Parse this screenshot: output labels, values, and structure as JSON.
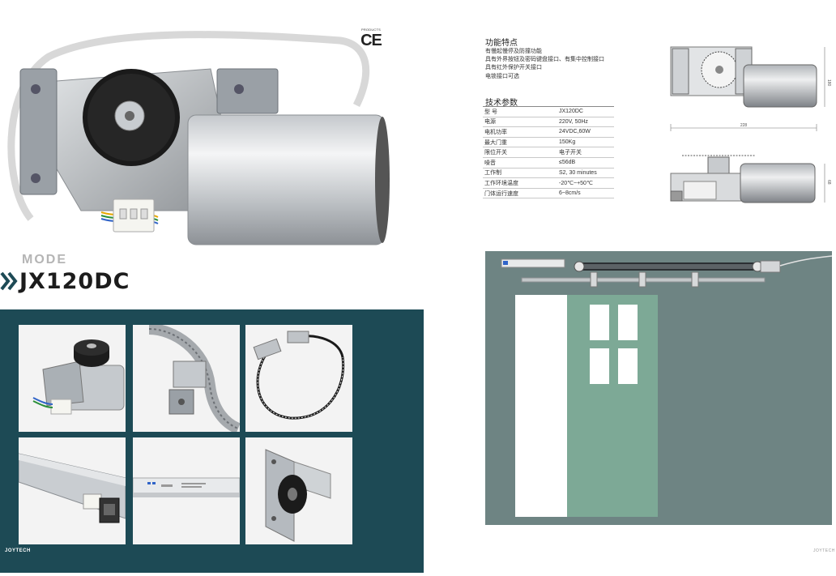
{
  "brochure": {
    "certification": {
      "products_label": "PRODUCTS",
      "mark": "CE"
    },
    "mode_label": "MODE",
    "model_name": "JX120DC",
    "brand": "JOYTECH",
    "brand_right": "JOYTECH",
    "features": {
      "title": "功能特点",
      "items": [
        "有慢起慢停及防撞功能",
        "具有外界按钮及密码键盘接口、有集中控制接口",
        "具有红外保护开关接口",
        "电锁接口可选"
      ]
    },
    "specs": {
      "title": "技术参数",
      "rows": [
        {
          "label": "型    号",
          "value": "JX120DC"
        },
        {
          "label": "电源",
          "value": "220V, 50Hz"
        },
        {
          "label": "电机功率",
          "value": "24VDC,60W"
        },
        {
          "label": "最大门重",
          "value": "150Kg"
        },
        {
          "label": "限位开关",
          "value": "电子开关"
        },
        {
          "label": "噪音",
          "value": "≤56dB"
        },
        {
          "label": "工作制",
          "value": "S2, 30 minutes"
        },
        {
          "label": "工作环境温度",
          "value": "-20℃~+50℃"
        },
        {
          "label": "门体运行速度",
          "value": "6~8cm/s"
        }
      ]
    },
    "drawing_dimensions": {
      "width_label": "228",
      "height_label": "180",
      "side_height_label": "68"
    },
    "colors": {
      "teal_panel": "#1d4a55",
      "door_background": "#6e8483",
      "door_leaf": "#7da996"
    }
  }
}
